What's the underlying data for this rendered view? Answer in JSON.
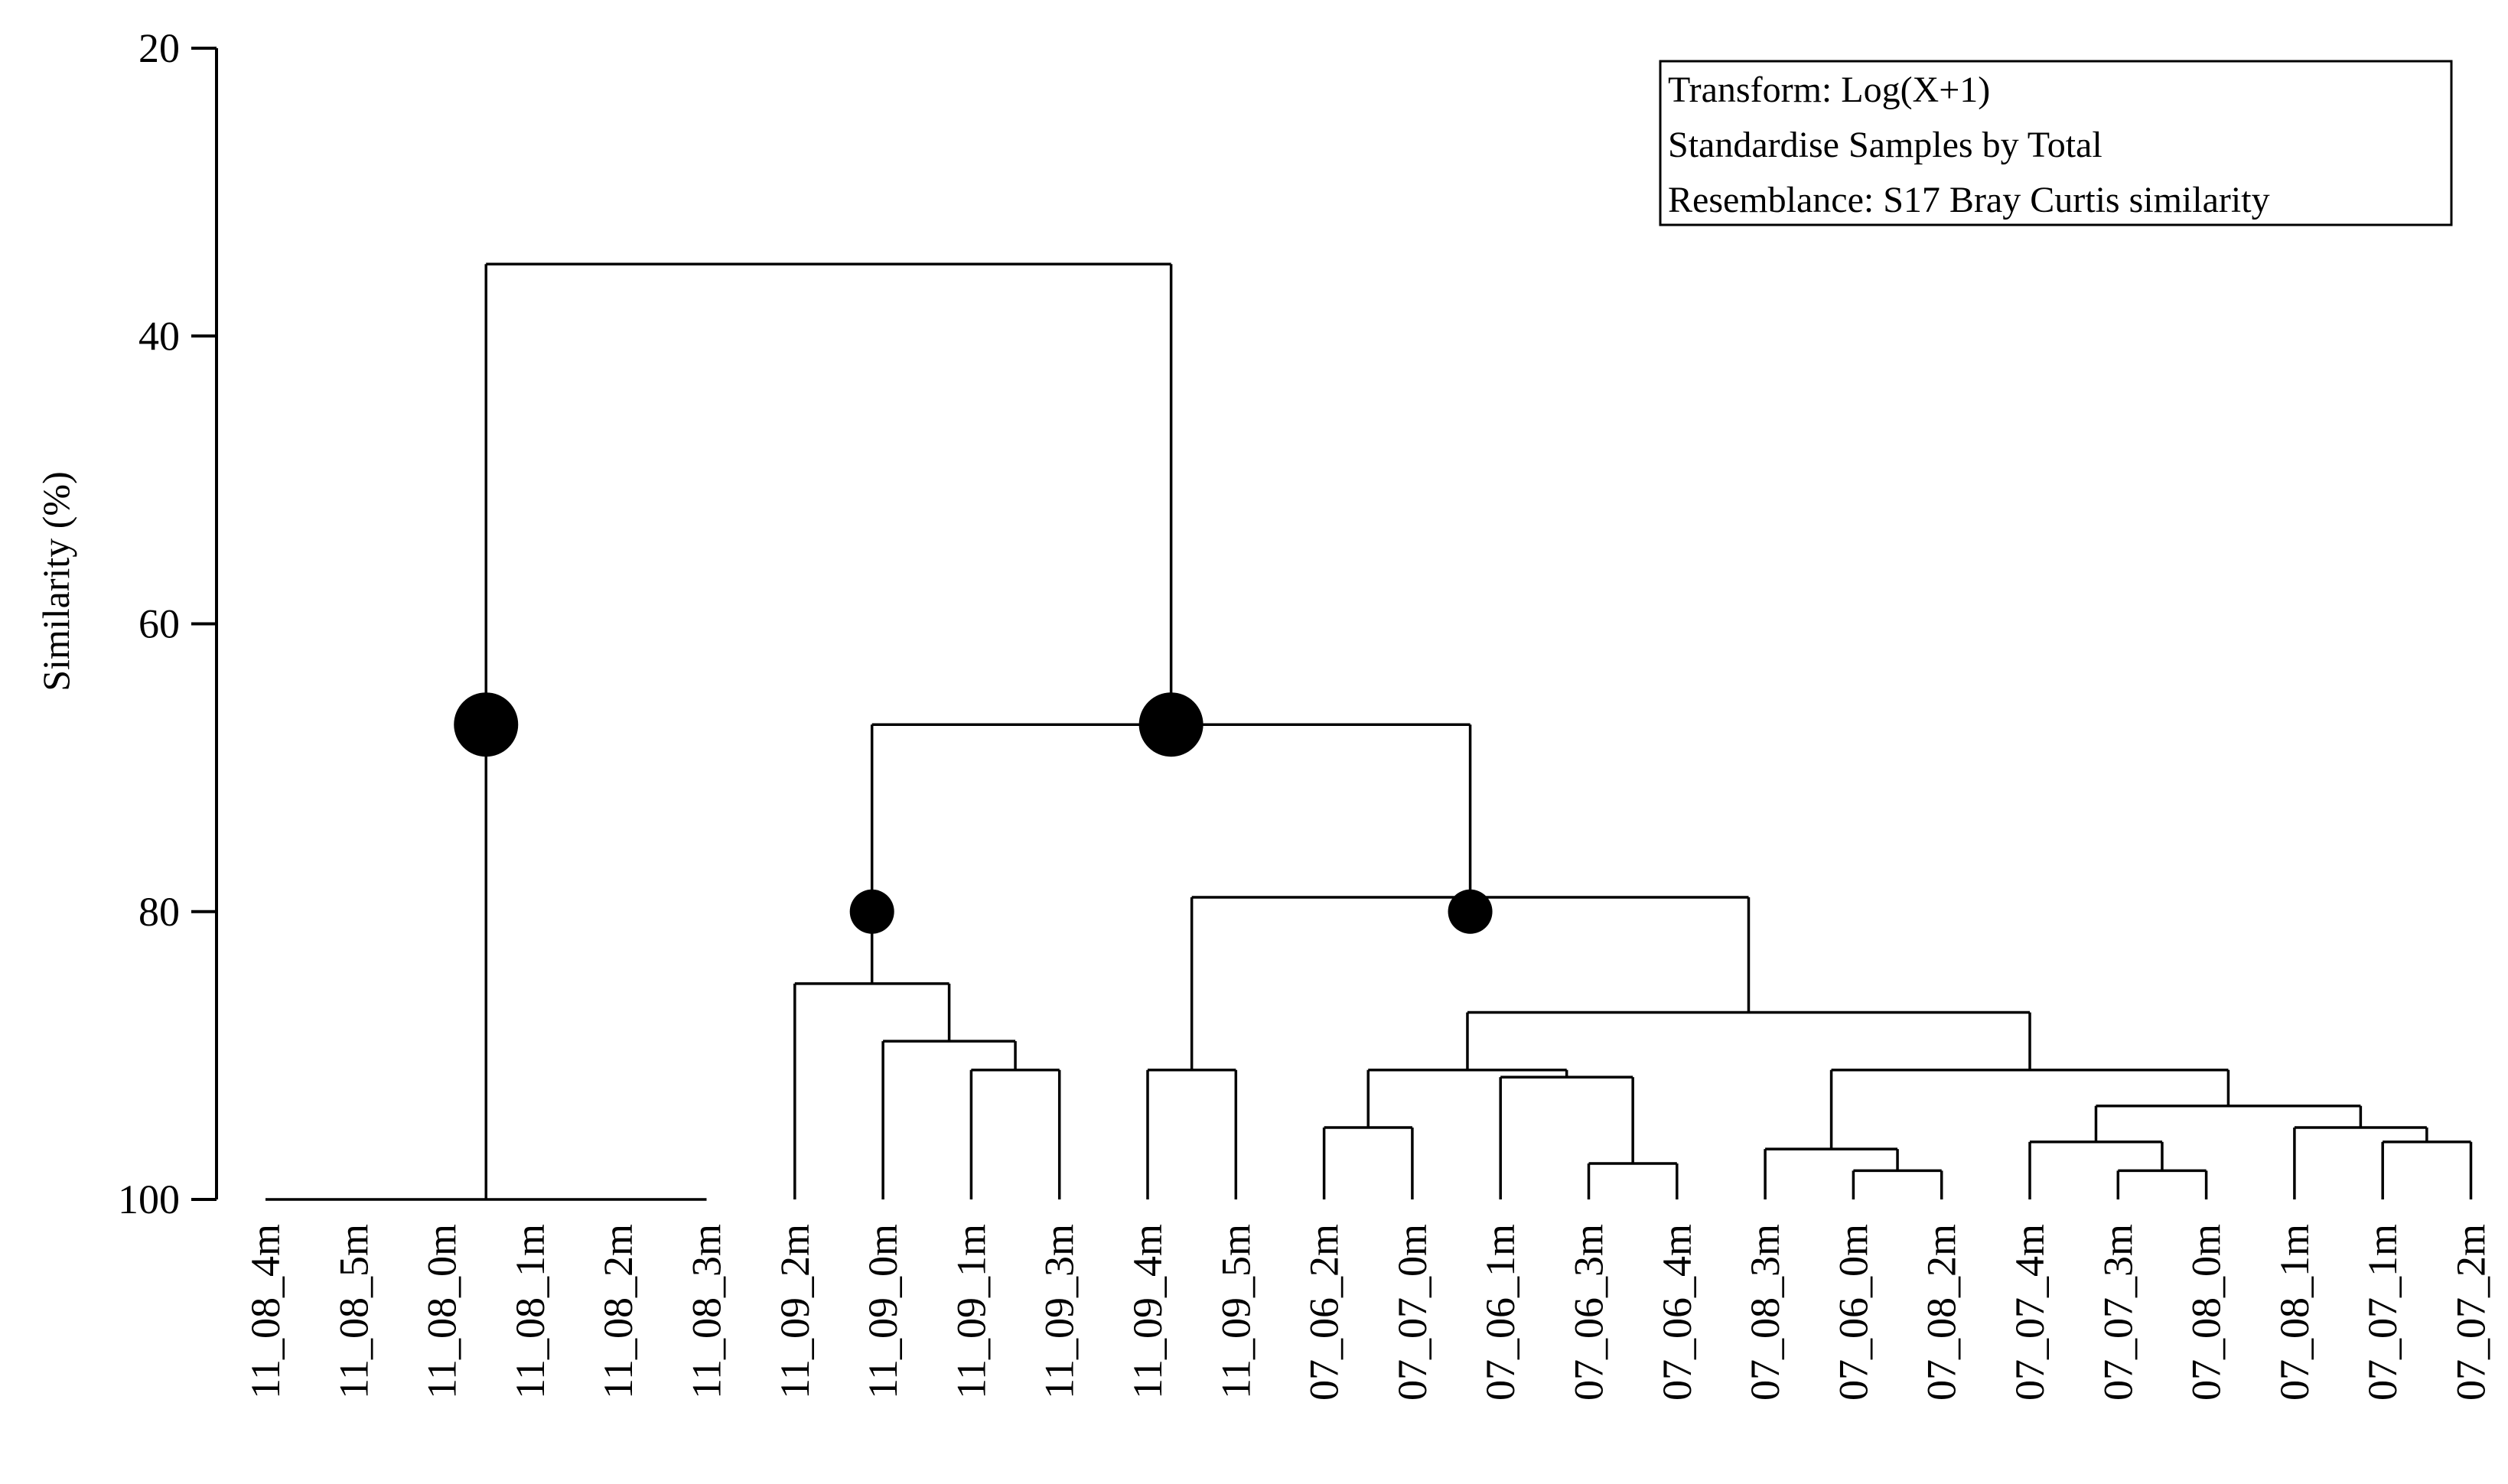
{
  "y_axis": {
    "label": "Similarity (%)",
    "range": [
      20,
      100
    ],
    "ticks": [
      {
        "value": 20,
        "label": "20"
      },
      {
        "value": 40,
        "label": "40"
      },
      {
        "value": 60,
        "label": "60"
      },
      {
        "value": 80,
        "label": "80"
      },
      {
        "value": 100,
        "label": "100"
      }
    ]
  },
  "legend": {
    "lines": [
      "Transform: Log(X+1)",
      "Standardise Samples by Total",
      "Resemblance: S17 Bray Curtis similarity"
    ]
  },
  "leaves": [
    "11_08_4m",
    "11_08_5m",
    "11_08_0m",
    "11_08_1m",
    "11_08_2m",
    "11_08_3m",
    "11_09_2m",
    "11_09_0m",
    "11_09_1m",
    "11_09_3m",
    "11_09_4m",
    "11_09_5m",
    "07_06_2m",
    "07_07_0m",
    "07_06_1m",
    "07_06_3m",
    "07_06_4m",
    "07_08_3m",
    "07_06_0m",
    "07_08_2m",
    "07_07_4m",
    "07_07_3m",
    "07_08_0m",
    "07_08_1m",
    "07_07_1m",
    "07_07_2m"
  ],
  "chart_data": {
    "type": "dendrogram",
    "ylabel": "Similarity (%)",
    "ylim": [
      20,
      100
    ],
    "tree": {
      "sim": 35,
      "children": [
        {
          "sim": 100,
          "node_marker": "large",
          "marker_sim": 67,
          "children": [
            {
              "leaf": "11_08_4m"
            },
            {
              "leaf": "11_08_5m"
            },
            {
              "leaf": "11_08_0m"
            },
            {
              "leaf": "11_08_1m"
            },
            {
              "leaf": "11_08_2m"
            },
            {
              "leaf": "11_08_3m"
            }
          ]
        },
        {
          "sim": 67,
          "node_marker": "large",
          "children": [
            {
              "sim": 85,
              "node_marker": "small",
              "marker_sim": 80,
              "children": [
                {
                  "leaf": "11_09_2m"
                },
                {
                  "sim": 89,
                  "children": [
                    {
                      "leaf": "11_09_0m"
                    },
                    {
                      "sim": 91,
                      "children": [
                        {
                          "leaf": "11_09_1m"
                        },
                        {
                          "leaf": "11_09_3m"
                        }
                      ]
                    }
                  ]
                }
              ]
            },
            {
              "sim": 79,
              "node_marker": "small",
              "marker_sim": 80,
              "children": [
                {
                  "sim": 91,
                  "children": [
                    {
                      "leaf": "11_09_4m"
                    },
                    {
                      "leaf": "11_09_5m"
                    }
                  ]
                },
                {
                  "sim": 87,
                  "children": [
                    {
                      "sim": 91,
                      "children": [
                        {
                          "sim": 95,
                          "children": [
                            {
                              "leaf": "07_06_2m"
                            },
                            {
                              "leaf": "07_07_0m"
                            }
                          ]
                        },
                        {
                          "sim": 91.5,
                          "children": [
                            {
                              "leaf": "07_06_1m"
                            },
                            {
                              "sim": 97.5,
                              "children": [
                                {
                                  "leaf": "07_06_3m"
                                },
                                {
                                  "leaf": "07_06_4m"
                                }
                              ]
                            }
                          ]
                        }
                      ]
                    },
                    {
                      "sim": 91,
                      "children": [
                        {
                          "sim": 96.5,
                          "children": [
                            {
                              "leaf": "07_08_3m"
                            },
                            {
                              "sim": 98,
                              "children": [
                                {
                                  "leaf": "07_06_0m"
                                },
                                {
                                  "leaf": "07_08_2m"
                                }
                              ]
                            }
                          ]
                        },
                        {
                          "sim": 93.5,
                          "children": [
                            {
                              "sim": 96,
                              "children": [
                                {
                                  "leaf": "07_07_4m"
                                },
                                {
                                  "sim": 98,
                                  "children": [
                                    {
                                      "leaf": "07_07_3m"
                                    },
                                    {
                                      "leaf": "07_08_0m"
                                    }
                                  ]
                                }
                              ]
                            },
                            {
                              "sim": 95,
                              "children": [
                                {
                                  "leaf": "07_08_1m"
                                },
                                {
                                  "sim": 96,
                                  "children": [
                                    {
                                      "leaf": "07_07_1m"
                                    },
                                    {
                                      "leaf": "07_07_2m"
                                    }
                                  ]
                                }
                              ]
                            }
                          ]
                        }
                      ]
                    }
                  ]
                }
              ]
            }
          ]
        }
      ]
    }
  }
}
